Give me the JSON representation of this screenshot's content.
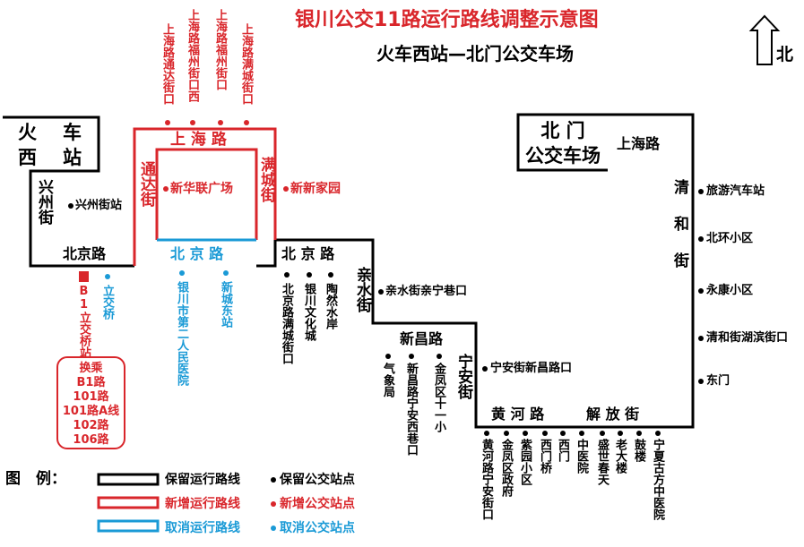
{
  "header": {
    "title": "银川公交11路运行路线调整示意图",
    "subtitle": "火车西站—北门公交车场",
    "north_label": "北"
  },
  "terminals": {
    "west": [
      "火",
      "车",
      "西",
      "站"
    ],
    "east": [
      "北  门",
      "公交车场"
    ]
  },
  "roads": {
    "xingzhou_jie": "兴州街",
    "beijing_lu_west": "北京路",
    "beijing_lu_cancelled": "北 京 路",
    "beijing_lu_east": "北 京 路",
    "shanghai_lu_new": "上 海 路",
    "tongda_jie": "通达街",
    "mancheng_jie": "满城街",
    "qinshui_jie": "亲水街",
    "xinchang_lu": "新昌路",
    "ningan_jie": "宁安街",
    "huanghe_lu": "黄 河 路",
    "jiefang_jie": "解 放 街",
    "qinghe_jie": "清和街",
    "shanghai_lu_east": "上海路"
  },
  "stops": {
    "new_top": [
      "上海路通达街口",
      "上海路福州街口西",
      "上海路福州街口",
      "上海路满城街口"
    ],
    "new_side": [
      "新华联广场",
      "新新家园"
    ],
    "xingzhou": "兴州街站",
    "b1_station": "B1立交桥站",
    "cancelled": [
      "立交桥",
      "银川市第二人民医院",
      "新城东站"
    ],
    "beijing_east": [
      "北京路满城街口",
      "银川文化城",
      "陶然水岸"
    ],
    "qinshui": "亲水街亲宁巷口",
    "xinchang_south": [
      "气象局",
      "新昌路宁安西巷口",
      "金凤区十一小"
    ],
    "ningan": "宁安街新昌路口",
    "huanghe_south": [
      "黄河路宁安街口",
      "金凤区政府",
      "紫园小区",
      "西门桥",
      "西门",
      "中医院",
      "盛世春天",
      "老大楼",
      "鼓楼",
      "宁夏古方中医院"
    ],
    "qinghe_east": [
      "旅游汽车站",
      "北环小区",
      "永康小区",
      "清和街湖滨街口",
      "东门"
    ]
  },
  "transfer": {
    "title": "换乘",
    "lines": [
      "B1路",
      "101路",
      "101路A线",
      "102路",
      "106路"
    ]
  },
  "legend": {
    "title": "图　例：",
    "kept_line": "保留运行路线",
    "kept_stop": "保留公交站点",
    "new_line": "新增运行路线",
    "new_stop": "新增公交站点",
    "cancel_line": "取消运行路线",
    "cancel_stop": "取消公交站点"
  },
  "colors": {
    "kept": "#000000",
    "new": "#d9262b",
    "cancelled": "#1a9ad6"
  }
}
